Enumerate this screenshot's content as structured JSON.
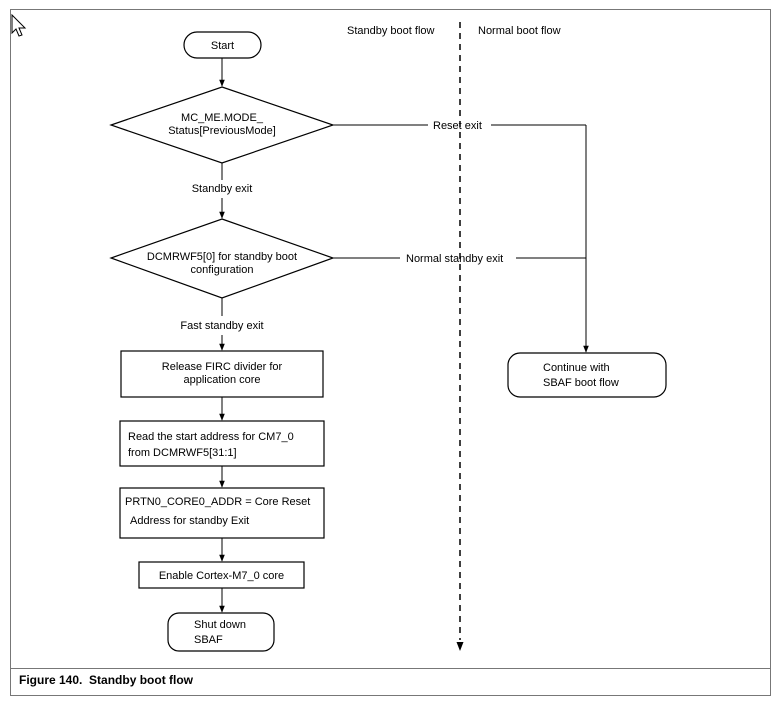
{
  "headers": {
    "standby_flow": "Standby boot flow",
    "normal_flow": "Normal boot flow"
  },
  "nodes": {
    "start": "Start",
    "decision_mode": [
      "MC_ME.MODE_",
      "Status[PreviousMode]"
    ],
    "decision_dcm": [
      "DCMRWF5[0] for standby boot",
      "configuration"
    ],
    "release_firc": [
      "Release FIRC divider for",
      "application core"
    ],
    "read_address": [
      "Read the start address for CM7_0",
      "from DCMRWF5[31:1]"
    ],
    "prtn_core": [
      "PRTN0_CORE0_ADDR = Core Reset",
      "Address for standby Exit"
    ],
    "enable_core": "Enable Cortex-M7_0 core",
    "shut_down": [
      "Shut down",
      "SBAF"
    ],
    "continue_sbaf": [
      "Continue with",
      "SBAF boot flow"
    ]
  },
  "edges": {
    "reset_exit": "Reset exit",
    "standby_exit": "Standby exit",
    "normal_standby_exit": "Normal standby exit",
    "fast_standby_exit": "Fast standby exit"
  },
  "caption": "Figure 140.  Standby boot flow",
  "colors": {
    "stroke": "#000000",
    "background": "#ffffff",
    "frame": "#777777"
  }
}
